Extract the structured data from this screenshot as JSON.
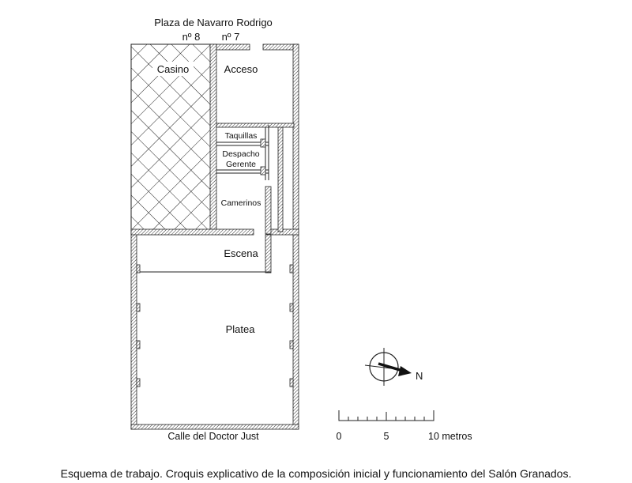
{
  "plan": {
    "street_top": "Plaza de Navarro Rodrigo",
    "number_left": "nº 8",
    "number_right": "nº 7",
    "street_bottom": "Calle del Doctor Just",
    "rooms": {
      "casino": "Casino",
      "acceso": "Acceso",
      "taquillas": "Taquillas",
      "despacho_line1": "Despacho",
      "despacho_line2": "Gerente",
      "camerinos": "Camerinos",
      "escena": "Escena",
      "platea": "Platea"
    }
  },
  "compass": {
    "north_label": "N"
  },
  "scale_bar": {
    "labels": [
      "0",
      "5",
      "10 metros"
    ]
  },
  "caption": "Esquema de trabajo. Croquis explicativo de la composición inicial y funcionamiento del Salón Granados."
}
